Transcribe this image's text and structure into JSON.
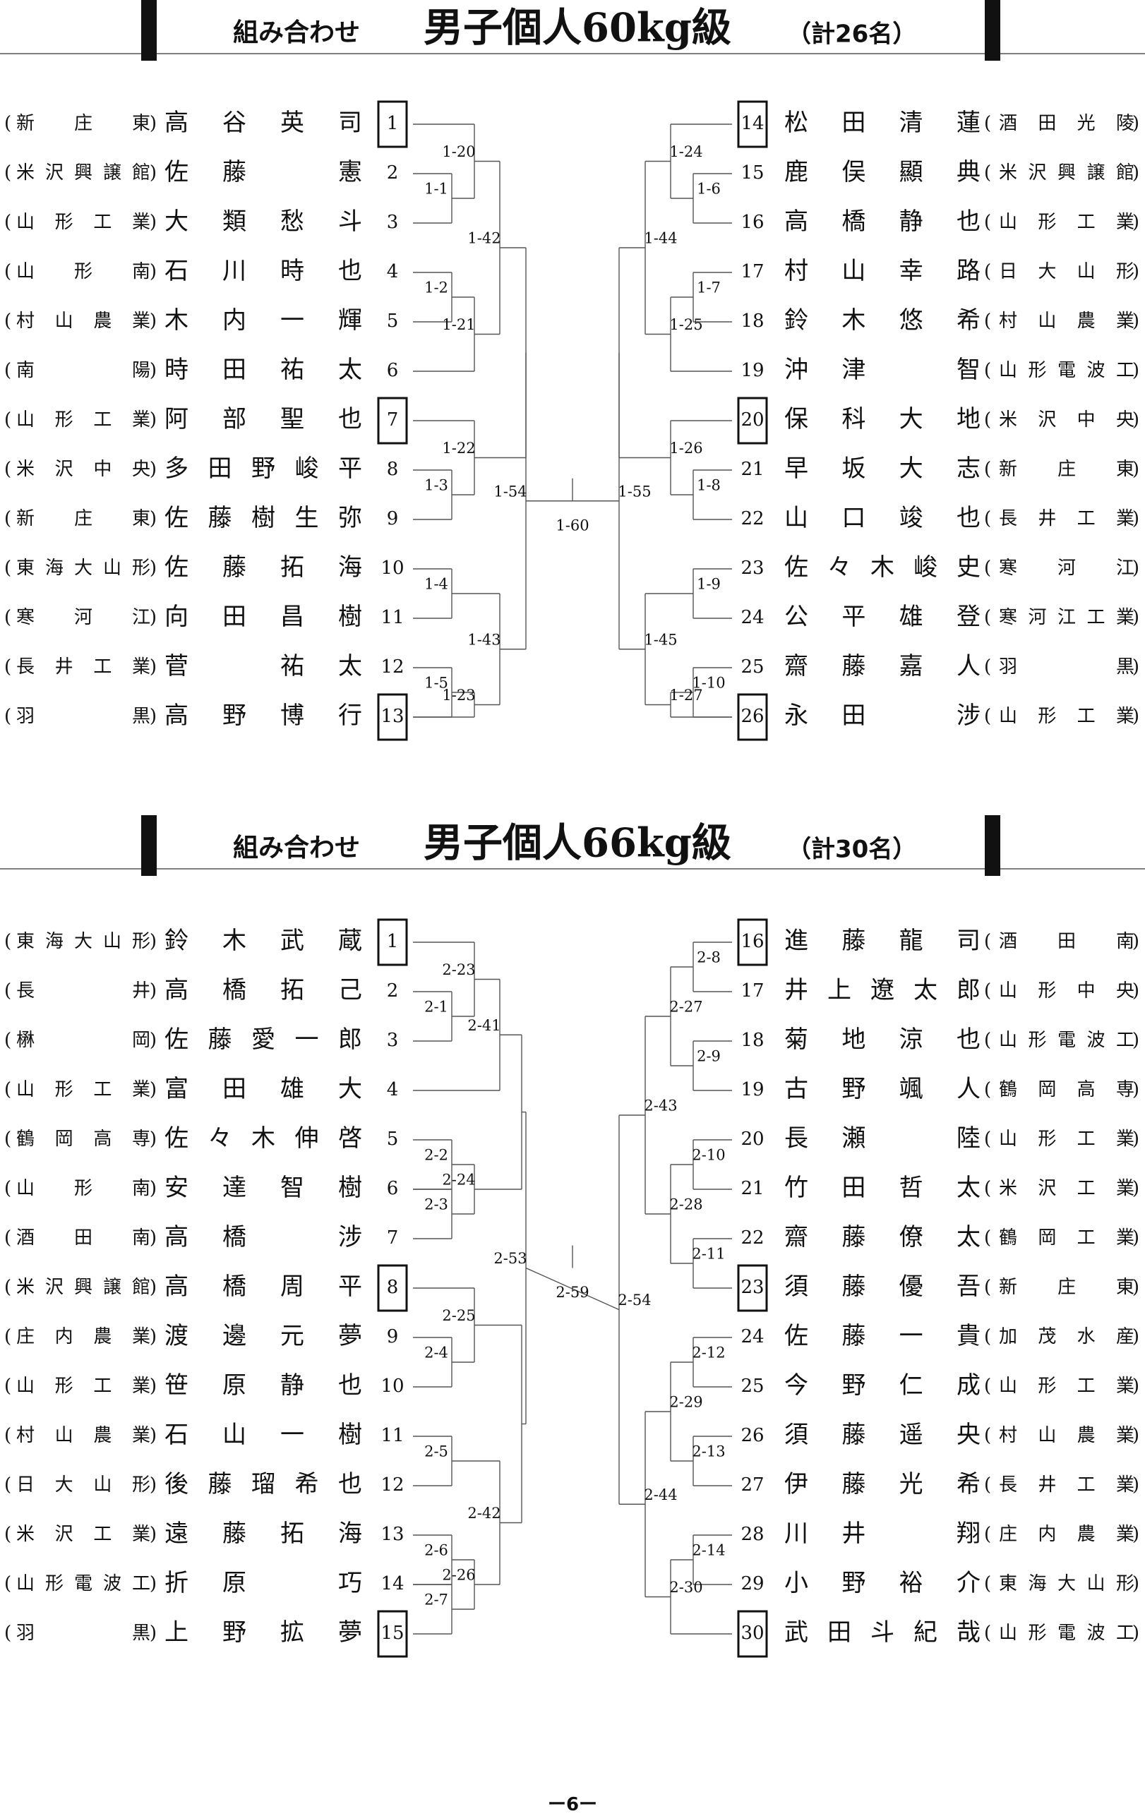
{
  "page_number": "ー6ー",
  "brackets": [
    {
      "id": "b60",
      "title_prefix": "組み合わせ",
      "title_main": "男子個人60kg級",
      "title_count": "（計26名）",
      "left": [
        {
          "no": "1",
          "club": "新庄東",
          "name": "高谷英司",
          "seed": true
        },
        {
          "no": "2",
          "club": "米沢興譲館",
          "name": "佐藤　憲",
          "seed": false
        },
        {
          "no": "3",
          "club": "山形工業",
          "name": "大類愁斗",
          "seed": false
        },
        {
          "no": "4",
          "club": "山形南",
          "name": "石川時也",
          "seed": false
        },
        {
          "no": "5",
          "club": "村山農業",
          "name": "木内一輝",
          "seed": false
        },
        {
          "no": "6",
          "club": "南陽",
          "name": "時田祐太",
          "seed": false
        },
        {
          "no": "7",
          "club": "山形工業",
          "name": "阿部聖也",
          "seed": true
        },
        {
          "no": "8",
          "club": "米沢中央",
          "name": "多田野峻平",
          "seed": false
        },
        {
          "no": "9",
          "club": "新庄東",
          "name": "佐藤樹生弥",
          "seed": false
        },
        {
          "no": "10",
          "club": "東海大山形",
          "name": "佐藤拓海",
          "seed": false
        },
        {
          "no": "11",
          "club": "寒河江",
          "name": "向田昌樹",
          "seed": false
        },
        {
          "no": "12",
          "club": "長井工業",
          "name": "菅　祐太",
          "seed": false
        },
        {
          "no": "13",
          "club": "羽黒",
          "name": "高野博行",
          "seed": true
        }
      ],
      "right": [
        {
          "no": "14",
          "club": "酒田光陵",
          "name": "松田清蓮",
          "seed": true
        },
        {
          "no": "15",
          "club": "米沢興譲館",
          "name": "鹿俣顯典",
          "seed": false
        },
        {
          "no": "16",
          "club": "山形工業",
          "name": "高橋静也",
          "seed": false
        },
        {
          "no": "17",
          "club": "日大山形",
          "name": "村山幸路",
          "seed": false
        },
        {
          "no": "18",
          "club": "村山農業",
          "name": "鈴木悠希",
          "seed": false
        },
        {
          "no": "19",
          "club": "山形電波工",
          "name": "沖津　智",
          "seed": false
        },
        {
          "no": "20",
          "club": "米沢中央",
          "name": "保科大地",
          "seed": true
        },
        {
          "no": "21",
          "club": "新庄東",
          "name": "早坂大志",
          "seed": false
        },
        {
          "no": "22",
          "club": "長井工業",
          "name": "山口竣也",
          "seed": false
        },
        {
          "no": "23",
          "club": "寒河江",
          "name": "佐々木峻史",
          "seed": false
        },
        {
          "no": "24",
          "club": "寒河江工業",
          "name": "公平雄登",
          "seed": false
        },
        {
          "no": "25",
          "club": "羽黒",
          "name": "齋藤嘉人",
          "seed": false
        },
        {
          "no": "26",
          "club": "山形工業",
          "name": "永田　涉",
          "seed": true
        }
      ],
      "bouts": {
        "left": {
          "r1": [
            "1-1",
            "1-2",
            "1-3",
            "1-4",
            "1-5"
          ],
          "r2": [
            "1-20",
            "1-21",
            "1-22",
            "1-23"
          ],
          "r3": [
            "1-42",
            "1-43"
          ],
          "semi": "1-54"
        },
        "right": {
          "r1": [
            "1-6",
            "1-7",
            "1-8",
            "1-9",
            "1-10"
          ],
          "r2": [
            "1-24",
            "1-25",
            "1-26",
            "1-27"
          ],
          "r3": [
            "1-44",
            "1-45"
          ],
          "semi": "1-55"
        },
        "final": "1-60"
      }
    },
    {
      "id": "b66",
      "title_prefix": "組み合わせ",
      "title_main": "男子個人66kg級",
      "title_count": "（計30名）",
      "left": [
        {
          "no": "1",
          "club": "東海大山形",
          "name": "鈴木武蔵",
          "seed": true
        },
        {
          "no": "2",
          "club": "長井",
          "name": "高橋拓己",
          "seed": false
        },
        {
          "no": "3",
          "club": "楙岡",
          "name": "佐藤愛一郎",
          "seed": false
        },
        {
          "no": "4",
          "club": "山形工業",
          "name": "富田雄大",
          "seed": false
        },
        {
          "no": "5",
          "club": "鶴岡高専",
          "name": "佐々木伸啓",
          "seed": false
        },
        {
          "no": "6",
          "club": "山形南",
          "name": "安達智樹",
          "seed": false
        },
        {
          "no": "7",
          "club": "酒田南",
          "name": "高橋　涉",
          "seed": false
        },
        {
          "no": "8",
          "club": "米沢興譲館",
          "name": "高橋周平",
          "seed": true
        },
        {
          "no": "9",
          "club": "庄内農業",
          "name": "渡邊元夢",
          "seed": false
        },
        {
          "no": "10",
          "club": "山形工業",
          "name": "笹原静也",
          "seed": false
        },
        {
          "no": "11",
          "club": "村山農業",
          "name": "石山一樹",
          "seed": false
        },
        {
          "no": "12",
          "club": "日大山形",
          "name": "後藤瑠希也",
          "seed": false
        },
        {
          "no": "13",
          "club": "米沢工業",
          "name": "遠藤拓海",
          "seed": false
        },
        {
          "no": "14",
          "club": "山形電波工",
          "name": "折原　巧",
          "seed": false
        },
        {
          "no": "15",
          "club": "羽黒",
          "name": "上野拡夢",
          "seed": true
        }
      ],
      "right": [
        {
          "no": "16",
          "club": "酒田南",
          "name": "進藤龍司",
          "seed": true
        },
        {
          "no": "17",
          "club": "山形中央",
          "name": "井上遼太郎",
          "seed": false
        },
        {
          "no": "18",
          "club": "山形電波工",
          "name": "菊地涼也",
          "seed": false
        },
        {
          "no": "19",
          "club": "鶴岡高専",
          "name": "古野颯人",
          "seed": false
        },
        {
          "no": "20",
          "club": "山形工業",
          "name": "長瀬　陸",
          "seed": false
        },
        {
          "no": "21",
          "club": "米沢工業",
          "name": "竹田哲太",
          "seed": false
        },
        {
          "no": "22",
          "club": "鶴岡工業",
          "name": "齋藤僚太",
          "seed": false
        },
        {
          "no": "23",
          "club": "新庄東",
          "name": "須藤優吾",
          "seed": true
        },
        {
          "no": "24",
          "club": "加茂水産",
          "name": "佐藤一貴",
          "seed": false
        },
        {
          "no": "25",
          "club": "山形工業",
          "name": "今野仁成",
          "seed": false
        },
        {
          "no": "26",
          "club": "村山農業",
          "name": "須藤遥央",
          "seed": false
        },
        {
          "no": "27",
          "club": "長井工業",
          "name": "伊藤光希",
          "seed": false
        },
        {
          "no": "28",
          "club": "庄内農業",
          "name": "川井　翔",
          "seed": false
        },
        {
          "no": "29",
          "club": "東海大山形",
          "name": "小野裕介",
          "seed": false
        },
        {
          "no": "30",
          "club": "山形電波工",
          "name": "武田斗紀哉",
          "seed": true
        }
      ],
      "bouts": {
        "left": {
          "r1": [
            "2-1",
            "2-2",
            "2-3",
            "2-4",
            "2-5",
            "2-6",
            "2-7"
          ],
          "r2": [
            "2-23",
            "2-24",
            "2-25",
            "2-26"
          ],
          "r3": [
            "2-41",
            "2-42"
          ],
          "semi": "2-53"
        },
        "right": {
          "r1": [
            "2-8",
            "2-9",
            "2-10",
            "2-11",
            "2-12",
            "2-13",
            "2-14"
          ],
          "r2": [
            "2-27",
            "2-28",
            "2-29",
            "2-30"
          ],
          "r3": [
            "2-43",
            "2-44"
          ],
          "semi": "2-54"
        },
        "final": "2-59"
      }
    }
  ]
}
